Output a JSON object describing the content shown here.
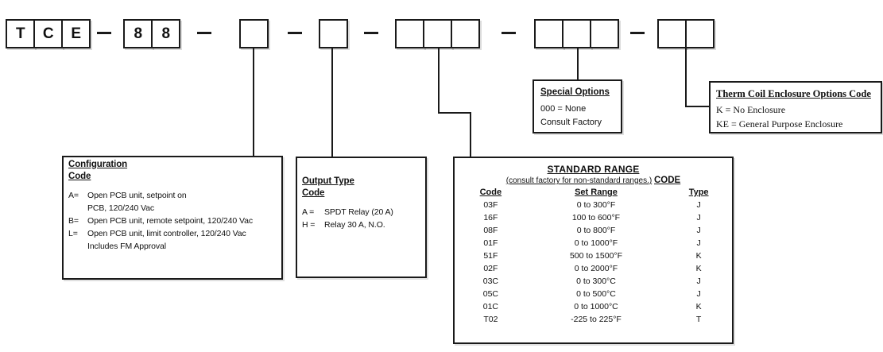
{
  "part_number": {
    "prefix_cells": [
      "T",
      "C",
      "E"
    ],
    "model_cells": [
      "8",
      "8"
    ]
  },
  "configuration": {
    "title_line1": "Configuration",
    "title_line2": "Code",
    "entries": [
      {
        "code": "A=",
        "line1": "Open PCB unit, setpoint on",
        "line2": "PCB, 120/240 Vac"
      },
      {
        "code": "B=",
        "line1": "Open PCB unit, remote setpoint, 120/240 Vac",
        "line2": ""
      },
      {
        "code": "L=",
        "line1": "Open PCB unit, limit controller, 120/240 Vac",
        "line2": "Includes FM Approval"
      }
    ]
  },
  "output_type": {
    "title_line1": "Output Type",
    "title_line2": "Code",
    "entries": [
      {
        "code": "A =",
        "line1": "SPDT Relay (20 A)"
      },
      {
        "code": "H =",
        "line1": "Relay 30 A, N.O."
      }
    ]
  },
  "standard_range": {
    "title": "STANDARD RANGE",
    "subtitle": "(consult factory for non-standard ranges.)",
    "subtitle_suffix": "CODE",
    "columns": [
      "Code",
      "Set Range",
      "Type"
    ],
    "rows": [
      [
        "03F",
        "0 to 300°F",
        "J"
      ],
      [
        "16F",
        "100 to 600°F",
        "J"
      ],
      [
        "08F",
        "0 to 800°F",
        "J"
      ],
      [
        "01F",
        "0 to 1000°F",
        "J"
      ],
      [
        "51F",
        "500 to 1500°F",
        "K"
      ],
      [
        "02F",
        "0 to 2000°F",
        "K"
      ],
      [
        "03C",
        "0 to 300°C",
        "J"
      ],
      [
        "05C",
        "0 to 500°C",
        "J"
      ],
      [
        "01C",
        "0 to 1000°C",
        "K"
      ],
      [
        "T02",
        "-225 to 225°F",
        "T"
      ]
    ]
  },
  "special_options": {
    "title": "Special Options",
    "lines": [
      "000 = None",
      "Consult Factory"
    ]
  },
  "enclosure": {
    "title": "Therm Coil Enclosure Options Code",
    "lines": [
      "K = No Enclosure",
      "KE = General Purpose Enclosure"
    ]
  }
}
